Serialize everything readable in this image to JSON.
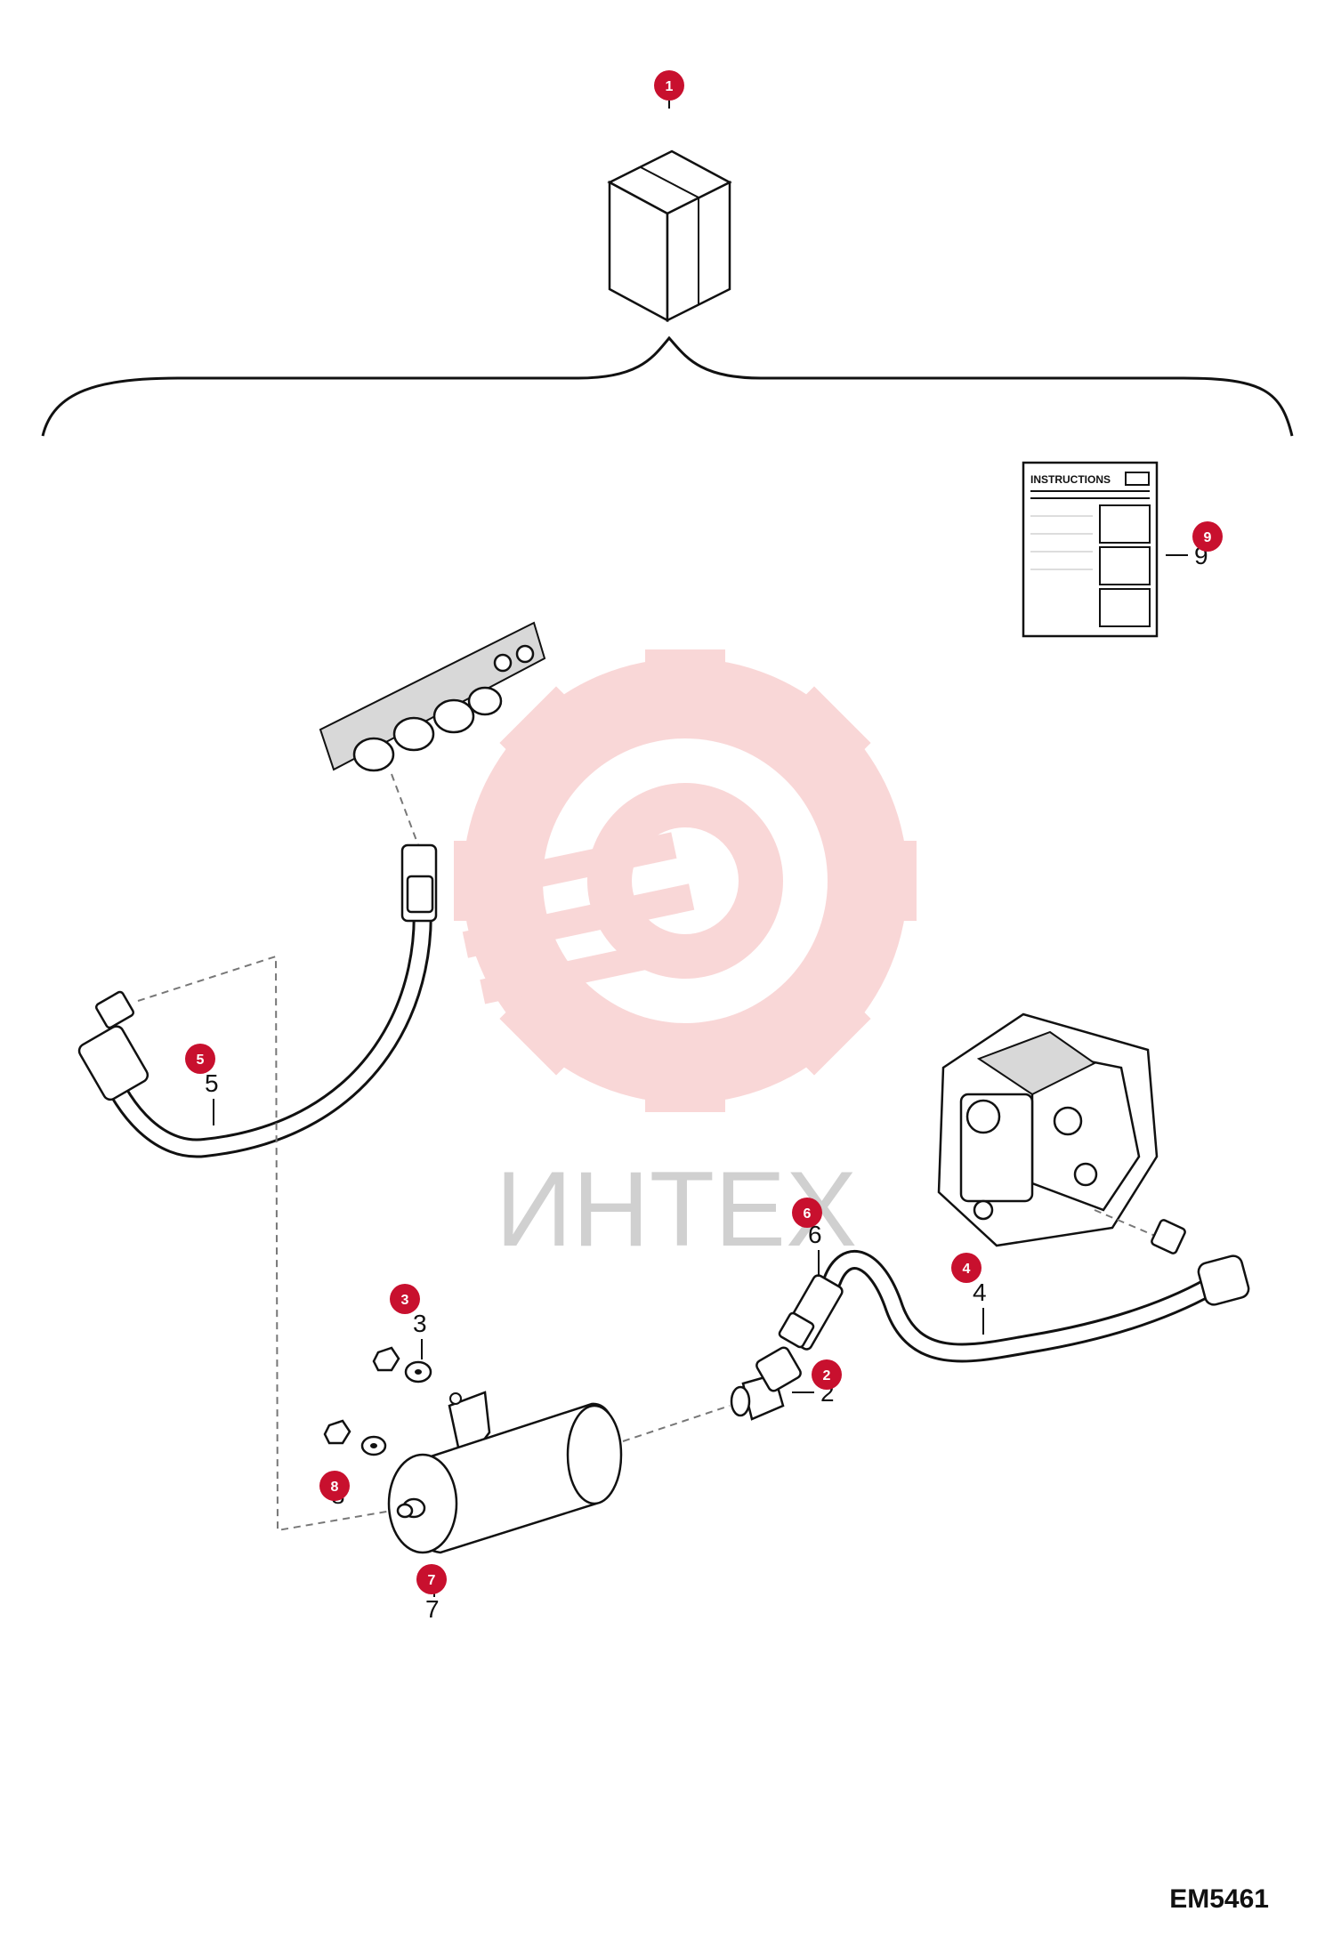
{
  "diagram_id": "EM5461",
  "instructions_title": "INSTRUCTIONS",
  "watermark_text": "ИНТЕХ",
  "colors": {
    "callout": "#c8102e",
    "watermark": "#f5b8b8",
    "watermark_text": "#cccccc"
  },
  "callouts": [
    {
      "id": "1",
      "label": "1"
    },
    {
      "id": "2",
      "label": "2"
    },
    {
      "id": "3",
      "label": "3"
    },
    {
      "id": "4",
      "label": "4"
    },
    {
      "id": "5",
      "label": "5"
    },
    {
      "id": "6",
      "label": "6"
    },
    {
      "id": "7",
      "label": "7"
    },
    {
      "id": "8",
      "label": "8"
    },
    {
      "id": "9",
      "label": "9"
    }
  ],
  "part_numbers": {
    "p2": "2",
    "p3": "3",
    "p4": "4",
    "p5": "5",
    "p6": "6",
    "p7": "7",
    "p8": "8",
    "p9": "9"
  }
}
